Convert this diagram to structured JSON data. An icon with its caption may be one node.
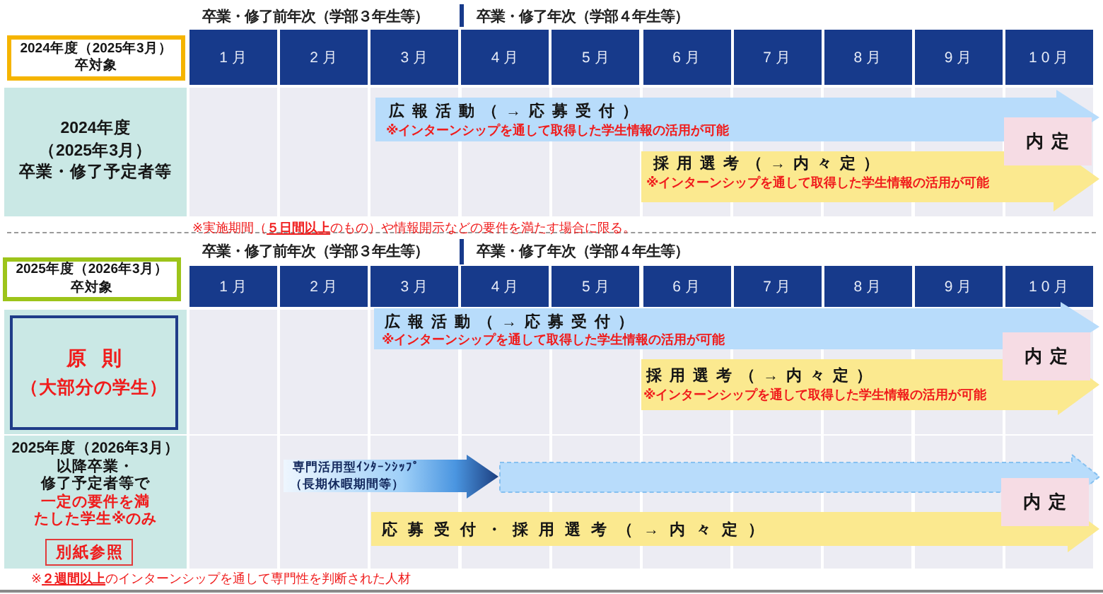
{
  "diagram": {
    "nodes": [
      {
        "text": [
          "2024年度（2025年3月）卒対象"
        ]
      },
      {
        "text": [
          "2024年度（2025年3月）卒業・修了予定者等"
        ]
      },
      {
        "text": [
          "広報活動（→応募受付）",
          "※インターンシップを通して取得した学生情報の活用が可能"
        ]
      },
      {
        "text": [
          "採用選考（→内々定）",
          "※インターンシップを通して取得した学生情報の活用が可能"
        ]
      },
      {
        "text": [
          "内定"
        ]
      },
      {
        "text": [
          "2025年度（2026年3月）卒対象"
        ]
      },
      {
        "text": [
          "原則",
          "（大部分の学生）"
        ]
      },
      {
        "text": [
          "広報活動（→応募受付）",
          "※インターンシップを通して取得した学生情報の活用が可能"
        ]
      },
      {
        "text": [
          "採用選考（→内々定）",
          "※インターンシップを通して取得した学生情報の活用が可能"
        ]
      },
      {
        "text": [
          "内定"
        ]
      },
      {
        "text": [
          "2025年度（2026年3月）以降卒業・修了予定者等で",
          "一定の要件を満たした学生※のみ"
        ]
      },
      {
        "text": [
          "別紙参照"
        ],
        "in": 10
      },
      {
        "text": [
          "専門活用型ｲﾝﾀｰﾝｼｯﾌﾟ",
          "（長期休暇期間等）"
        ]
      },
      {
        "text": [],
        "shape": "band"
      },
      {
        "text": [
          "応募受付・採用選考（→内々定）"
        ]
      },
      {
        "text": [
          "内定"
        ]
      }
    ],
    "labels": [
      "卒業・修了前年次（学部３年生等）",
      "卒業・修了年次（学部４年生等）",
      "1月",
      "2月",
      "3月",
      "4月",
      "5月",
      "6月",
      "7月",
      "8月",
      "9月",
      "10月",
      "※実施期間（**５日間以上**のもの）や情報開示などの要件を満たす場合に限る。",
      "卒業・修了前年次（学部３年生等）",
      "卒業・修了年次（学部４年生等）",
      "1月",
      "2月",
      "3月",
      "4月",
      "5月",
      "6月",
      "7月",
      "8月",
      "9月",
      "10月",
      "※**２週間以上**のインターンシップを通して専門性を判断された人材"
    ]
  }
}
